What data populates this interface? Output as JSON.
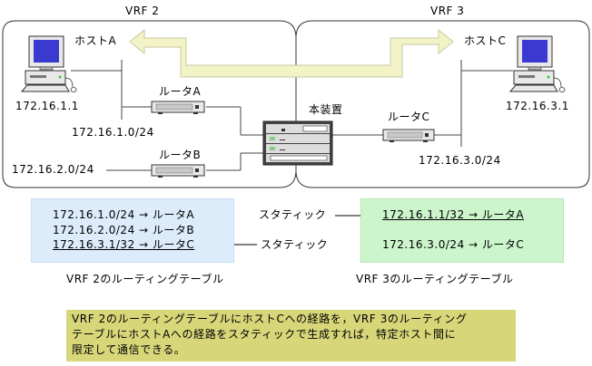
{
  "vrf_zones": [
    {
      "label": "VRF 2"
    },
    {
      "label": "VRF 3"
    }
  ],
  "hosts": {
    "host_a": {
      "label": "ホストA",
      "ip": "172.16.1.1"
    },
    "host_c": {
      "label": "ホストC",
      "ip": "172.16.3.1"
    }
  },
  "routers": {
    "router_a": {
      "label": "ルータA"
    },
    "router_b": {
      "label": "ルータB"
    },
    "router_c": {
      "label": "ルータC"
    }
  },
  "device": {
    "label": "本装置"
  },
  "networks": {
    "net1": "172.16.1.0/24",
    "net2": "172.16.2.0/24",
    "net3": "172.16.3.0/24"
  },
  "routing_tables": {
    "vrf2": {
      "caption": "VRF 2のルーティングテーブル",
      "rows": [
        {
          "text": "172.16.1.0/24 → ルータA",
          "static": false
        },
        {
          "text": "172.16.2.0/24 → ルータB",
          "static": false
        },
        {
          "text": "172.16.3.1/32 → ルータC",
          "static": true
        }
      ]
    },
    "vrf3": {
      "caption": "VRF 3のルーティングテーブル",
      "rows": [
        {
          "text": "172.16.1.1/32 → ルータA",
          "static": true
        },
        {
          "text": "172.16.3.0/24 → ルータC",
          "static": false
        }
      ]
    }
  },
  "static_labels": {
    "to_vrf3": "スタティック",
    "to_vrf2": "スタティック"
  },
  "note": {
    "lines": [
      "VRF 2のルーティングテーブルにホストCへの経路を，VRF 3のルーティング",
      "テーブルにホストAへの経路をスタティックで生成すれば，特定ホスト間に",
      "限定して通信できる。"
    ]
  },
  "colors": {
    "vrf2_table_bg": "#dcecfb",
    "vrf3_table_bg": "#ccf5cc",
    "note_bg": "#d7d77a",
    "flow_arrow_fill": "#f3f3c8",
    "flow_arrow_stroke": "#c8c8a0",
    "monitor_screen": "#3a3ad0"
  }
}
